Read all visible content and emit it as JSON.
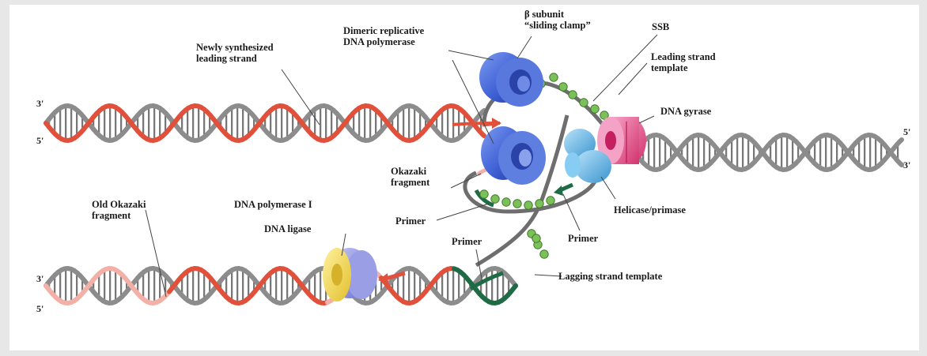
{
  "labels": {
    "newly_synthesized_leading_strand": "Newly synthesized\nleading strand",
    "dimeric_replicative_dna_polymerase": "Dimeric replicative\nDNA polymerase",
    "beta_subunit_sliding_clamp": "β subunit\n“sliding clamp”",
    "ssb": "SSB",
    "leading_strand_template": "Leading strand\ntemplate",
    "dna_gyrase": "DNA gyrase",
    "okazaki_fragment": "Okazaki\nfragment",
    "primer_upper": "Primer",
    "helicase_primase": "Helicase/primase",
    "primer_right": "Primer",
    "old_okazaki_fragment": "Old Okazaki\nfragment",
    "dna_polymerase_i": "DNA polymerase I",
    "dna_ligase": "DNA ligase",
    "primer_lower": "Primer",
    "lagging_strand_template": "Lagging strand template"
  },
  "strand_ends": {
    "top_left_3": "3'",
    "top_left_5": "5'",
    "right_5": "5'",
    "right_3": "3'",
    "bottom_left_3": "3'",
    "bottom_left_5": "5'"
  },
  "colors": {
    "backbone_gray": "#8c8c8c",
    "new_strand_red": "#e0503a",
    "okazaki_pink": "#f2b0a6",
    "primer_green": "#1f6b45",
    "polymerase_blue": "#3f62d6",
    "helicase_cyan": "#5fb6e6",
    "gyrase_pink": "#e84e92",
    "ssb_green": "#7cc05a",
    "ligase_yellow": "#f2d84e",
    "pol1_lavender": "#8c8fe0"
  }
}
